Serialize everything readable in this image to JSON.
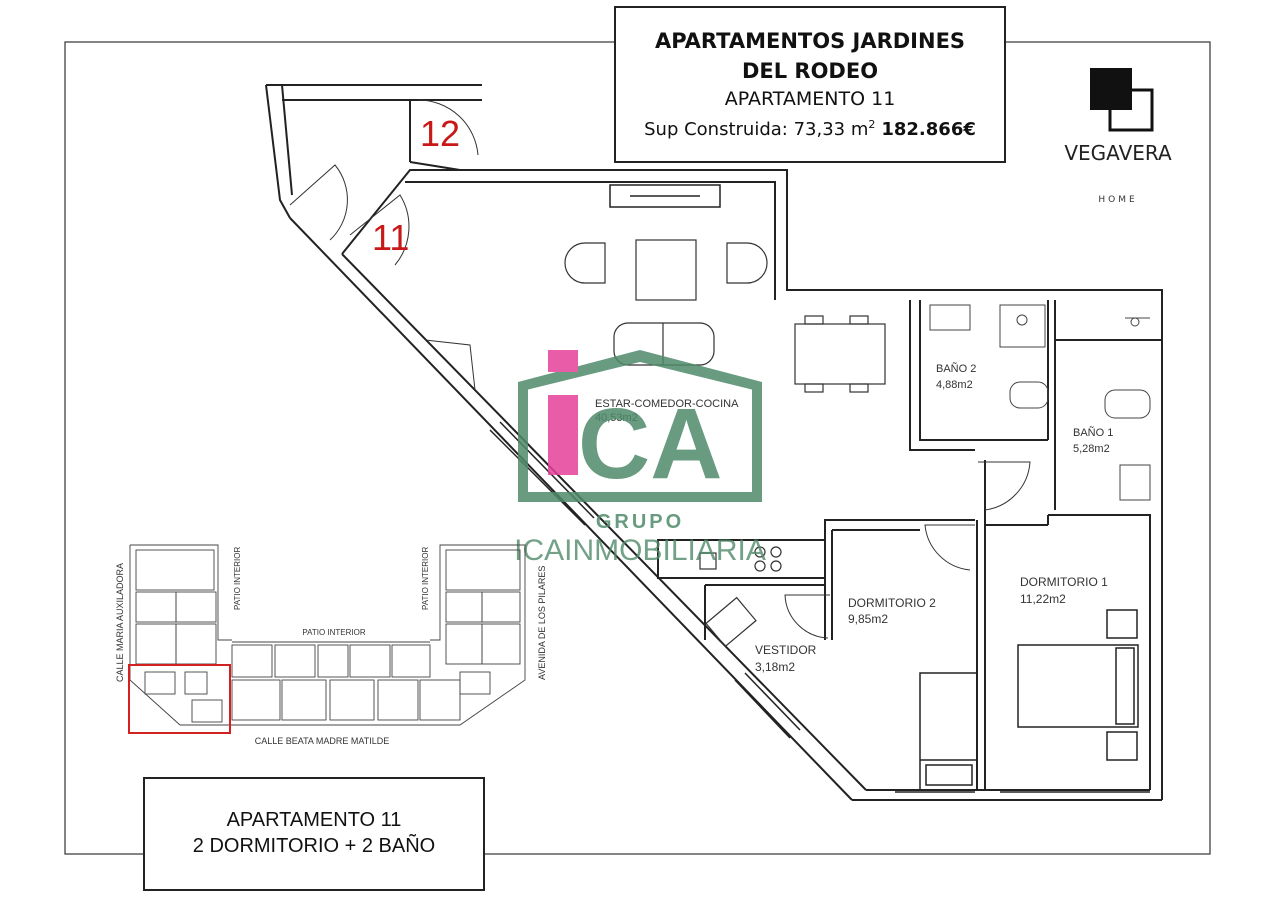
{
  "header": {
    "title": "APARTAMENTOS JARDINES DEL RODEO",
    "unit": "APARTAMENTO 11",
    "area_label": "Sup Construida: 73,33 m",
    "area_sup": "2",
    "price": "182.866€"
  },
  "brand": {
    "name": "VEGAVERA",
    "tagline": "HOME"
  },
  "watermark": {
    "letters": "ICA",
    "group": "GRUPO",
    "company": "ICAINMOBILIARIA",
    "colors": {
      "green": "#4f8a6a",
      "pink": "#e6409a"
    }
  },
  "doors": {
    "unit_11": "11",
    "unit_12": "12"
  },
  "rooms": {
    "living": {
      "name": "ESTAR-COMEDOR-COCINA",
      "area": "40,53m2"
    },
    "bath2": {
      "name": "BAÑO 2",
      "area": "4,88m2"
    },
    "bath1": {
      "name": "BAÑO 1",
      "area": "5,28m2"
    },
    "bed1": {
      "name": "DORMITORIO 1",
      "area": "11,22m2"
    },
    "bed2": {
      "name": "DORMITORIO 2",
      "area": "9,85m2"
    },
    "closet": {
      "name": "VESTIDOR",
      "area": "3,18m2"
    }
  },
  "keyplan": {
    "street_left": "CALLE MARIA AUXILADORA",
    "street_right": "AVENIDA DE LOS PILARES",
    "street_bottom": "CALLE BEATA MADRE MATILDE",
    "patio_center": "PATIO INTERIOR",
    "patio_left": "PATIO INTERIOR",
    "patio_right": "PATIO INTERIOR",
    "highlight_color": "#d32020"
  },
  "summary": {
    "line1": "APARTAMENTO 11",
    "line2": "2 DORMITORIO + 2 BAÑO"
  }
}
